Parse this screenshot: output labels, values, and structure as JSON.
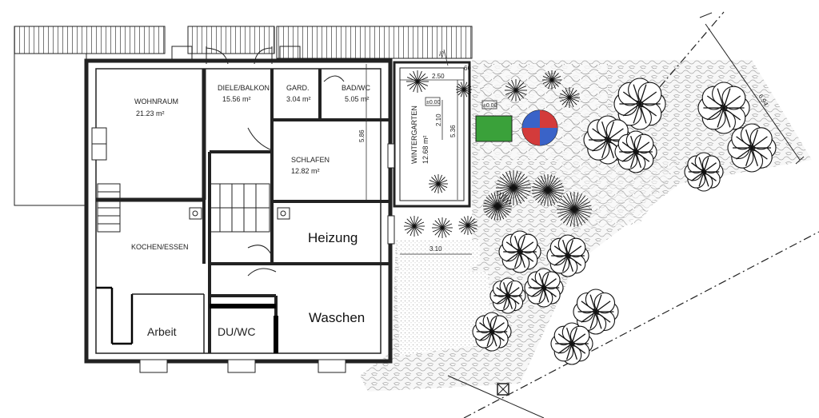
{
  "rooms": {
    "wohnraum": {
      "name": "WOHNRAUM",
      "area": "21.23 m²"
    },
    "diele": {
      "name": "DIELE/BALKON",
      "area": "15.56 m²"
    },
    "gard": {
      "name": "GARD.",
      "area": "3.04 m²"
    },
    "bad": {
      "name": "BAD/WC",
      "area": "5.05 m²"
    },
    "schlafen": {
      "name": "SCHLAFEN",
      "area": "12.82 m²"
    },
    "wintergarten": {
      "name": "WINTERGARTEN",
      "area": "12.68 m²"
    },
    "kochen": {
      "name": "KOCHEN/ESSEN"
    },
    "heizung": {
      "name": "Heizung"
    },
    "waschen": {
      "name": "Waschen"
    },
    "arbeit": {
      "name": "Arbeit"
    },
    "duwc": {
      "name": "DU/WC"
    }
  },
  "dimensions": {
    "d250": "2.50",
    "d60": "60",
    "d25": "25",
    "d586": "5.86",
    "d536": "5.36",
    "d210": "2.10",
    "d310": "3.10",
    "d694": "6.94",
    "level1": "±0.00",
    "level2": "±0.00"
  },
  "colors": {
    "umbrella_red": "#d33b3b",
    "umbrella_blue": "#3a63c8",
    "bench_green": "#3aa13a"
  }
}
